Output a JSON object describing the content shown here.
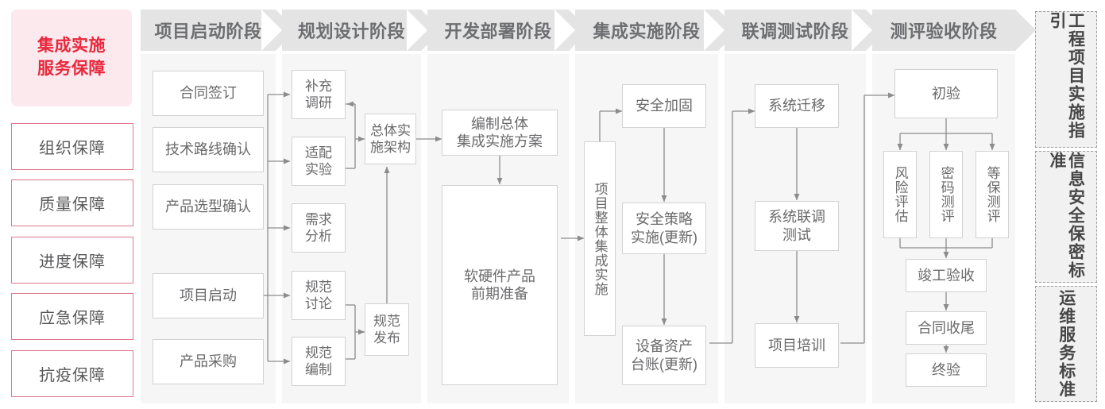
{
  "hero": {
    "label": "集成实施\n服务保障",
    "bg": "#fce9ee",
    "text_color": "#e8283c"
  },
  "guarantees": [
    {
      "label": "组织保障"
    },
    {
      "label": "质量保障"
    },
    {
      "label": "进度保障"
    },
    {
      "label": "应急保障"
    },
    {
      "label": "抗疫保障"
    }
  ],
  "phases": [
    {
      "title": "项目启动阶段"
    },
    {
      "title": "规划设计阶段"
    },
    {
      "title": "开发部署阶段"
    },
    {
      "title": "集成实施阶段"
    },
    {
      "title": "联调测试阶段"
    },
    {
      "title": "测评验收阶段"
    }
  ],
  "nodes": {
    "p1_1": "合同签订",
    "p1_2": "技术路线确认",
    "p1_3": "产品选型确认",
    "p1_4": "项目启动",
    "p1_5": "产品采购",
    "p2_1": "补充\n调研",
    "p2_2": "适配\n实验",
    "p2_3": "需求\n分析",
    "p2_4": "规范\n讨论",
    "p2_5": "规范\n编制",
    "p2_6": "总体实\n施架构",
    "p2_7": "规范\n发布",
    "p3_1": "编制总体\n集成实施方案",
    "p3_2": "软硬件产品\n前期准备",
    "p4_0": "项目整体集成实施",
    "p4_1": "安全加固",
    "p4_2": "安全策略\n实施(更新)",
    "p4_3": "设备资产\n台账(更新)",
    "p5_1": "系统迁移",
    "p5_2": "系统联调\n测试",
    "p5_3": "项目培训",
    "p6_1": "初验",
    "p6_2": "风险评估",
    "p6_3": "密码测评",
    "p6_4": "等保测评",
    "p6_5": "竣工验收",
    "p6_6": "合同收尾",
    "p6_7": "终验"
  },
  "standards": [
    {
      "label": "工程项目实施指引"
    },
    {
      "label": "信息安全保密标准"
    },
    {
      "label": "运维服务标准"
    }
  ],
  "colors": {
    "phase_header_bg": "#e4e4e4",
    "phase_body_bg": "#f6f6f6",
    "node_border": "#d2d2d2",
    "wire": "#8c8c8c",
    "rail_border": "#e0788c",
    "accent_red": "#e8283c"
  }
}
